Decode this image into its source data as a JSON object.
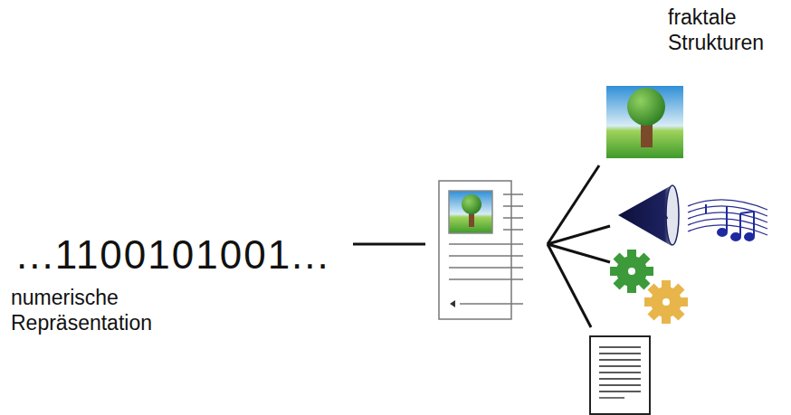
{
  "diagram": {
    "labels": [
      "...1100101001...",
      "numerische Repräsentation",
      "fraktale Strukturen"
    ]
  }
}
